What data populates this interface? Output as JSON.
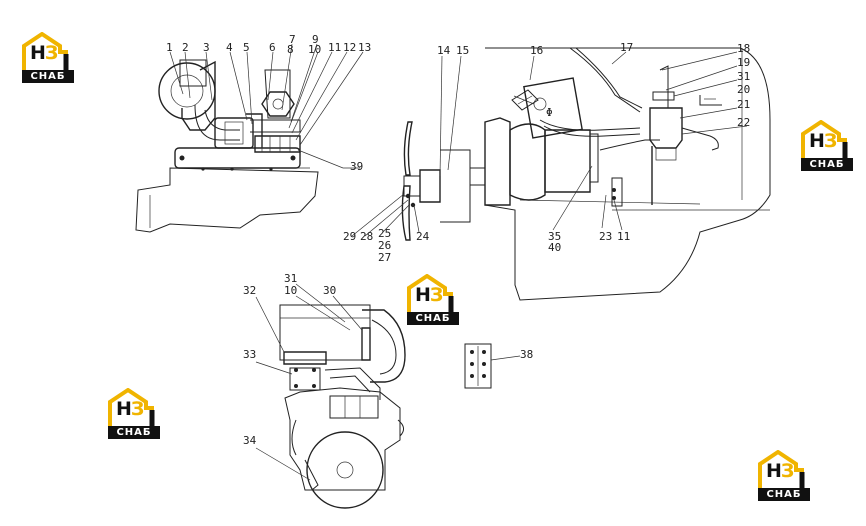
{
  "watermark": {
    "brand_letters": "Н",
    "brand_accent": "З",
    "brand_text": "СНАБ",
    "accent_color": "#f0b400",
    "dark_color": "#111111"
  },
  "callouts": {
    "c1": "1",
    "c2": "2",
    "c3": "3",
    "c4": "4",
    "c5": "5",
    "c6": "6",
    "c7": "7",
    "c8": "8",
    "c9": "9",
    "c10": "10",
    "c11": "11",
    "c12": "12",
    "c13": "13",
    "c14": "14",
    "c15": "15",
    "c16": "16",
    "c17": "17",
    "c18": "18",
    "c19": "19",
    "c20": "20",
    "c21": "21",
    "c22": "22",
    "c23": "23",
    "c11b": "11",
    "c35": "35",
    "c40": "40",
    "c24": "24",
    "c25": "25",
    "c26": "26",
    "c27": "27",
    "c28": "28",
    "c29": "29",
    "c31": "31",
    "c39": "39",
    "c31b": "31",
    "c10b": "10",
    "c32": "32",
    "c30": "30",
    "c33": "33",
    "c34": "34",
    "c38": "38"
  }
}
